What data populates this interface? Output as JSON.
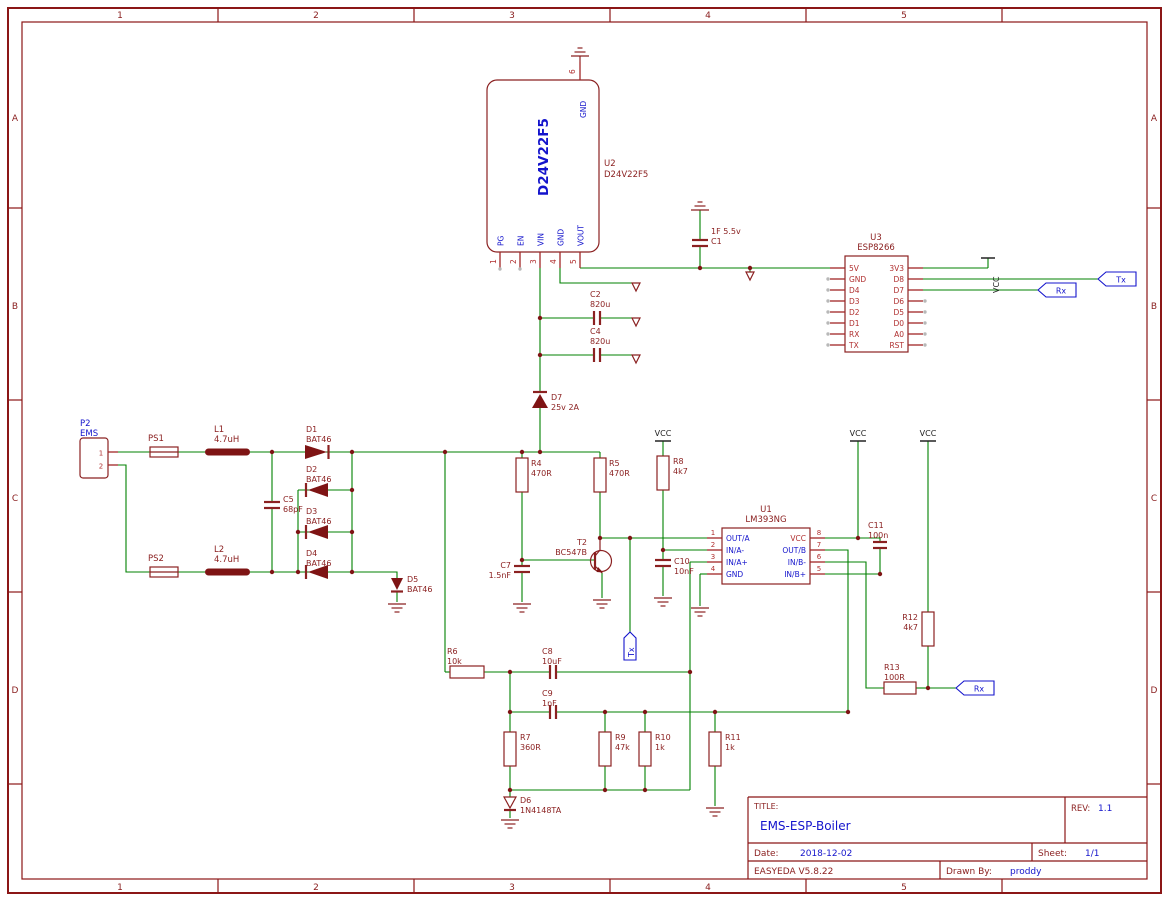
{
  "frame": {
    "cols": [
      "1",
      "2",
      "3",
      "4",
      "5"
    ],
    "rows": [
      "A",
      "B",
      "C",
      "D"
    ]
  },
  "power": {
    "vcc": "VCC",
    "tx": "Tx",
    "rx": "Rx"
  },
  "u2": {
    "ref": "U2",
    "part": "D24V22F5",
    "body_label": "D24V22F5",
    "pin6": {
      "num": "6",
      "name": "GND"
    },
    "pins": [
      {
        "num": "1",
        "name": "PG"
      },
      {
        "num": "2",
        "name": "EN"
      },
      {
        "num": "3",
        "name": "VIN"
      },
      {
        "num": "4",
        "name": "GND"
      },
      {
        "num": "5",
        "name": "VOUT"
      }
    ]
  },
  "u3": {
    "ref": "U3",
    "part": "ESP8266",
    "left": [
      "5V",
      "GND",
      "D4",
      "D3",
      "D2",
      "D1",
      "RX",
      "TX"
    ],
    "right": [
      "3V3",
      "D8",
      "D7",
      "D6",
      "D5",
      "D0",
      "A0",
      "RST"
    ]
  },
  "u1": {
    "ref": "U1",
    "part": "LM393NG",
    "left_nums": [
      "1",
      "2",
      "3",
      "4"
    ],
    "left_names": [
      "OUT/A",
      "IN/A-",
      "IN/A+",
      "GND"
    ],
    "right_nums": [
      "8",
      "7",
      "6",
      "5"
    ],
    "right_names": [
      "VCC",
      "OUT/B",
      "IN/B-",
      "IN/B+"
    ]
  },
  "p2": {
    "ref": "P2",
    "part": "EMS",
    "pin1": "1",
    "pin2": "2"
  },
  "ps1": {
    "ref": "PS1"
  },
  "ps2": {
    "ref": "PS2"
  },
  "l1": {
    "ref": "L1",
    "val": "4.7uH"
  },
  "l2": {
    "ref": "L2",
    "val": "4.7uH"
  },
  "d1": {
    "ref": "D1",
    "val": "BAT46"
  },
  "d2": {
    "ref": "D2",
    "val": "BAT46"
  },
  "d3": {
    "ref": "D3",
    "val": "BAT46"
  },
  "d4": {
    "ref": "D4",
    "val": "BAT46"
  },
  "d5": {
    "ref": "D5",
    "val": "BAT46"
  },
  "d6": {
    "ref": "D6",
    "val": "1N4148TA"
  },
  "d7": {
    "ref": "D7",
    "val": "25v 2A"
  },
  "c1": {
    "ref": "C1",
    "val": "1F 5.5v"
  },
  "c2": {
    "ref": "C2",
    "val": "820u"
  },
  "c4": {
    "ref": "C4",
    "val": "820u"
  },
  "c5": {
    "ref": "C5",
    "val": "68pF"
  },
  "c7": {
    "ref": "C7",
    "val": "1.5nF"
  },
  "c8": {
    "ref": "C8",
    "val": "10uF"
  },
  "c9": {
    "ref": "C9",
    "val": "1nF"
  },
  "c10": {
    "ref": "C10",
    "val": "10nF"
  },
  "c11": {
    "ref": "C11",
    "val": "100n"
  },
  "r4": {
    "ref": "R4",
    "val": "470R"
  },
  "r5": {
    "ref": "R5",
    "val": "470R"
  },
  "r6": {
    "ref": "R6",
    "val": "10k"
  },
  "r7": {
    "ref": "R7",
    "val": "360R"
  },
  "r8": {
    "ref": "R8",
    "val": "4k7"
  },
  "r9": {
    "ref": "R9",
    "val": "47k"
  },
  "r10": {
    "ref": "R10",
    "val": "1k"
  },
  "r11": {
    "ref": "R11",
    "val": "1k"
  },
  "r12": {
    "ref": "R12",
    "val": "4k7"
  },
  "r13": {
    "ref": "R13",
    "val": "100R"
  },
  "t2": {
    "ref": "T2",
    "val": "BC547B"
  },
  "title_block": {
    "title_label": "TITLE:",
    "title": "EMS-ESP-Boiler",
    "rev_label": "REV:",
    "rev": "1.1",
    "date_label": "Date:",
    "date": "2018-12-02",
    "sheet_label": "Sheet:",
    "sheet": "1/1",
    "tool": "EASYEDA V5.8.22",
    "drawn_by_label": "Drawn By:",
    "drawn_by": "proddy"
  }
}
